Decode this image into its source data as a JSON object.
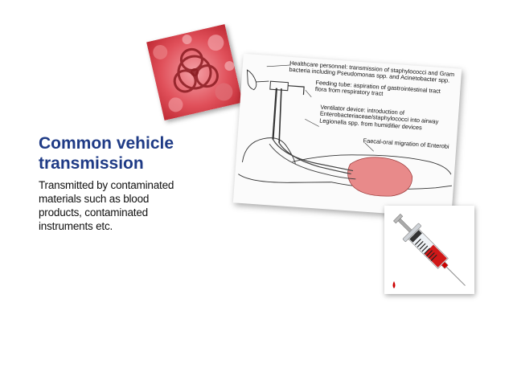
{
  "slide": {
    "title_line1": "Common vehicle",
    "title_line2": "transmission",
    "body_line1": "Transmitted by contaminated",
    "body_line2": "materials such as blood",
    "body_line3": "products, contaminated",
    "body_line4": "instruments etc."
  },
  "diagram": {
    "label1_line1": "Healthcare personnel: transmission of staphylococci and Gram",
    "label1_line2": "bacteria including Pseudomonas spp. and Acinetobacter spp.",
    "label2_line1": "Feeding tube: aspiration of gastrointestinal tract",
    "label2_line2": "flora from respiratory tract",
    "label3_line1": "Ventilator device: introduction of",
    "label3_line2": "Enterobacteriaceae/staphylococci into airway",
    "label3_line3": "Legionella spp. from humidifier devices",
    "label4_line1": "Faecal-oral migration of Enterobi"
  },
  "colors": {
    "title": "#1f3b86",
    "biohazard_red": "#d9323c",
    "stomach_pink": "#e88a8a",
    "blood_red": "#cc0000"
  },
  "icons": {
    "biohazard": "biohazard-icon",
    "syringe": "syringe-icon"
  }
}
